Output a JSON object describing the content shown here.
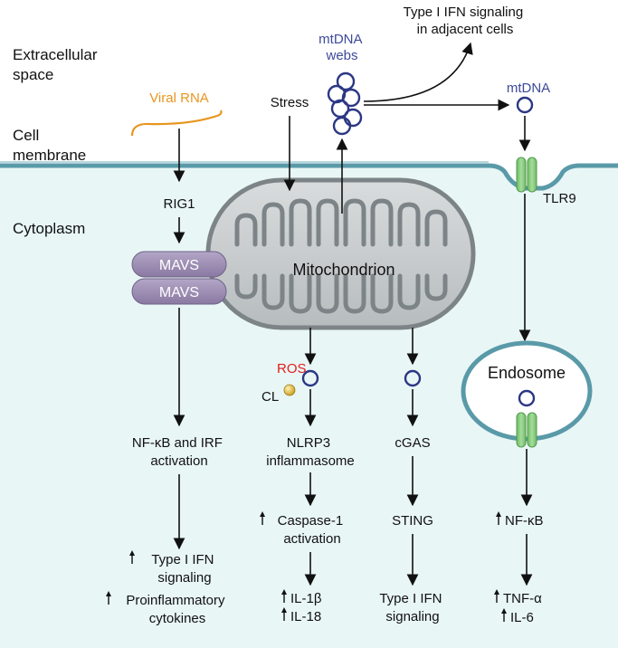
{
  "regions": {
    "extracellular": [
      "Extracellular",
      "space"
    ],
    "membrane": [
      "Cell",
      "membrane"
    ],
    "cytoplasm": "Cytoplasm"
  },
  "top": {
    "ifn_adjacent": [
      "Type I IFN signaling",
      "in adjacent cells"
    ],
    "mtdna_webs": [
      "mtDNA",
      "webs"
    ],
    "mtdna": "mtDNA",
    "viral_rna": "Viral RNA",
    "stress": "Stress"
  },
  "left_pathway": {
    "rig1": "RIG1",
    "mavs_1": "MAVS",
    "mavs_2": "MAVS",
    "nfkb_irf": [
      "NF-κB and IRF",
      "activation"
    ],
    "type1_ifn": [
      "Type I IFN",
      "signaling"
    ],
    "proinflam": [
      "Proinflammatory",
      "cytokines"
    ]
  },
  "mitochondrion": {
    "label": "Mitochondrion"
  },
  "inflammasome_pathway": {
    "ros": "ROS",
    "cl": "CL",
    "nlrp3": [
      "NLRP3",
      "inflammasome"
    ],
    "caspase": [
      "Caspase-1",
      "activation"
    ],
    "il1b": "IL-1β",
    "il18": "IL-18"
  },
  "cgas_pathway": {
    "cgas": "cGAS",
    "sting": "STING",
    "type1_ifn": [
      "Type I IFN",
      "signaling"
    ]
  },
  "tlr9_pathway": {
    "tlr9": "TLR9",
    "endosome": "Endosome",
    "nfkb": "NF-κB",
    "tnfa": "TNF-α",
    "il6": "IL-6"
  },
  "colors": {
    "cytoplasm_fill": "#e9f6f6",
    "membrane": "#5a9aa8",
    "mito_outer": "#7d8487",
    "mito_inner": "#c9cdcf",
    "mavs": "#9a8ab0",
    "tlr9": "#8fcf87",
    "dna": "#2c3784",
    "label_blue": "#3d4a99",
    "viral_orange": "#e8961e",
    "ros_red": "#e0201b",
    "cl_yellow": "#d8b23b"
  }
}
